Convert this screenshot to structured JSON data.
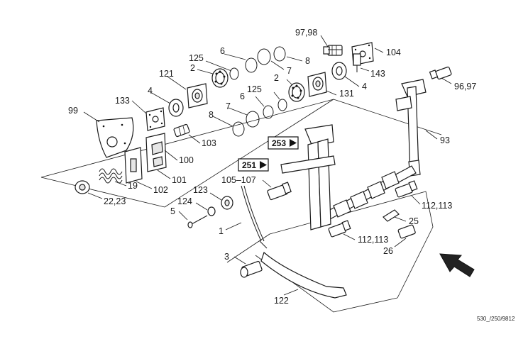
{
  "drawing_code": "530_/250/9812",
  "reference_tags": [
    "253",
    "251"
  ],
  "part_labels": [
    "97,98",
    "104",
    "143",
    "96,97",
    "6",
    "8",
    "7",
    "125",
    "2",
    "121",
    "4",
    "131",
    "133",
    "99",
    "103",
    "100",
    "101",
    "102",
    "19",
    "22,23",
    "93",
    "105–107",
    "123",
    "124",
    "5",
    "1",
    "112,113",
    "25",
    "26",
    "3",
    "122"
  ]
}
